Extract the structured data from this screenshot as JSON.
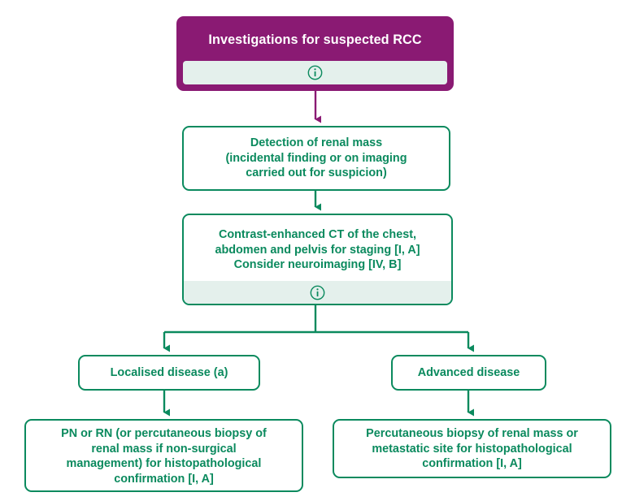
{
  "diagram": {
    "title": "Investigations for suspected RCC",
    "type": "clinical-pathway-flowchart",
    "colors": {
      "header_purple": "#8a1a73",
      "node_green": "#0b8a5e",
      "info_strip": "#e4f0ec",
      "page_background": "#ffffff",
      "purple_arrow": "#8a1a73",
      "green_arrow": "#0b8a5e"
    },
    "nodes": [
      {
        "id": "header",
        "label": "Investigations for suspected RCC",
        "style": "purple-header",
        "has_info_icon": true,
        "info_icon_name": "info-icon"
      },
      {
        "id": "detection",
        "label": "Detection of renal mass\n(incidental finding or on imaging\ncarried out for suspicion)",
        "lines": [
          "Detection of renal mass",
          "(incidental finding or on imaging",
          "carried out for suspicion)"
        ],
        "style": "green-box",
        "has_info_icon": false
      },
      {
        "id": "ct-staging",
        "label": "Contrast-enhanced CT of the chest, abdomen and pelvis for staging [I, A] Consider neuroimaging [IV, B]",
        "lines": [
          "Contrast-enhanced CT of the chest,",
          "abdomen and pelvis for staging [I, A]",
          "Consider neuroimaging [IV, B]"
        ],
        "style": "green-box",
        "has_info_icon": true,
        "info_icon_name": "info-icon"
      },
      {
        "id": "localised",
        "label": "Localised disease (a)",
        "style": "green-box",
        "has_info_icon": false
      },
      {
        "id": "advanced",
        "label": "Advanced disease",
        "style": "green-box",
        "has_info_icon": false
      },
      {
        "id": "pn-rn",
        "label": "PN or RN (or percutaneous biopsy of renal mass if non-surgical management) for histopathological confirmation [I, A]",
        "lines": [
          "PN or RN (or percutaneous biopsy of",
          "renal mass if non-surgical",
          "management) for histopathological",
          "confirmation [I, A]"
        ],
        "style": "green-box",
        "has_info_icon": false
      },
      {
        "id": "percutaneous",
        "label": "Percutaneous biopsy of renal mass or metastatic site for histopathological confirmation [I, A]",
        "lines": [
          "Percutaneous biopsy of renal mass or",
          "metastatic site for histopathological",
          "confirmation [I, A]"
        ],
        "style": "green-box",
        "has_info_icon": false
      }
    ],
    "edges": [
      {
        "from": "header",
        "to": "detection",
        "color": "#8a1a73",
        "kind": "straight-arrow"
      },
      {
        "from": "detection",
        "to": "ct-staging",
        "color": "#0b8a5e",
        "kind": "straight-arrow"
      },
      {
        "from": "ct-staging",
        "to": "localised",
        "color": "#0b8a5e",
        "kind": "branch-arrow"
      },
      {
        "from": "ct-staging",
        "to": "advanced",
        "color": "#0b8a5e",
        "kind": "branch-arrow"
      },
      {
        "from": "localised",
        "to": "pn-rn",
        "color": "#0b8a5e",
        "kind": "straight-arrow"
      },
      {
        "from": "advanced",
        "to": "percutaneous",
        "color": "#0b8a5e",
        "kind": "straight-arrow"
      }
    ],
    "labels": {
      "header_title": "Investigations for suspected RCC",
      "detection": "Detection of renal mass (incidental finding or on imaging carried out for suspicion)",
      "ct": "Contrast-enhanced CT of the chest, abdomen and pelvis for staging [I, A] Consider neuroimaging [IV, B]",
      "localised": "Localised disease (a)",
      "advanced": "Advanced disease",
      "pn_rn": "PN or RN (or percutaneous biopsy of renal mass if non-surgical management) for histopathological confirmation [I, A]",
      "percutaneous": "Percutaneous biopsy of renal mass or metastatic site for histopathological confirmation [I, A]"
    }
  }
}
